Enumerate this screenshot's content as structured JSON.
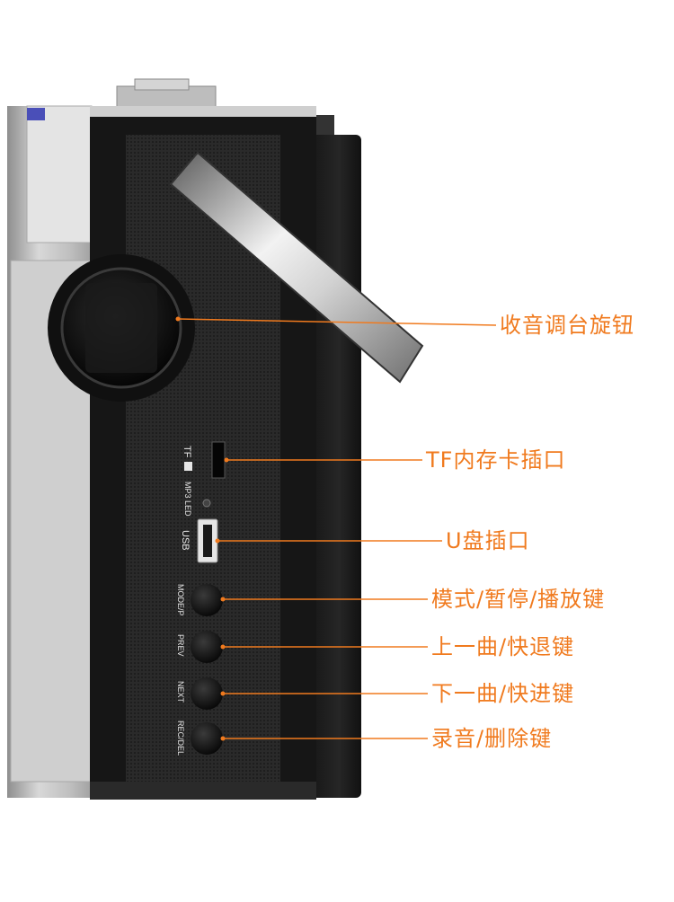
{
  "theme": {
    "accent": "#f07a1e",
    "body_dark": "#1d1d1d",
    "silver": "#c9c9c9"
  },
  "device_labels": {
    "tf": "TF",
    "mp3_led": "MP3 LED",
    "usb": "USB",
    "mode": "MODE/P",
    "prev": "PREV",
    "next": "NEXT",
    "rec": "REC/DEL"
  },
  "callouts": [
    {
      "label": "收音调台旋钮"
    },
    {
      "label": "TF内存卡插口"
    },
    {
      "label": "U盘插口"
    },
    {
      "label": "模式/暂停/播放键"
    },
    {
      "label": "上一曲/快退键"
    },
    {
      "label": "下一曲/快进键"
    },
    {
      "label": "录音/删除键"
    }
  ]
}
